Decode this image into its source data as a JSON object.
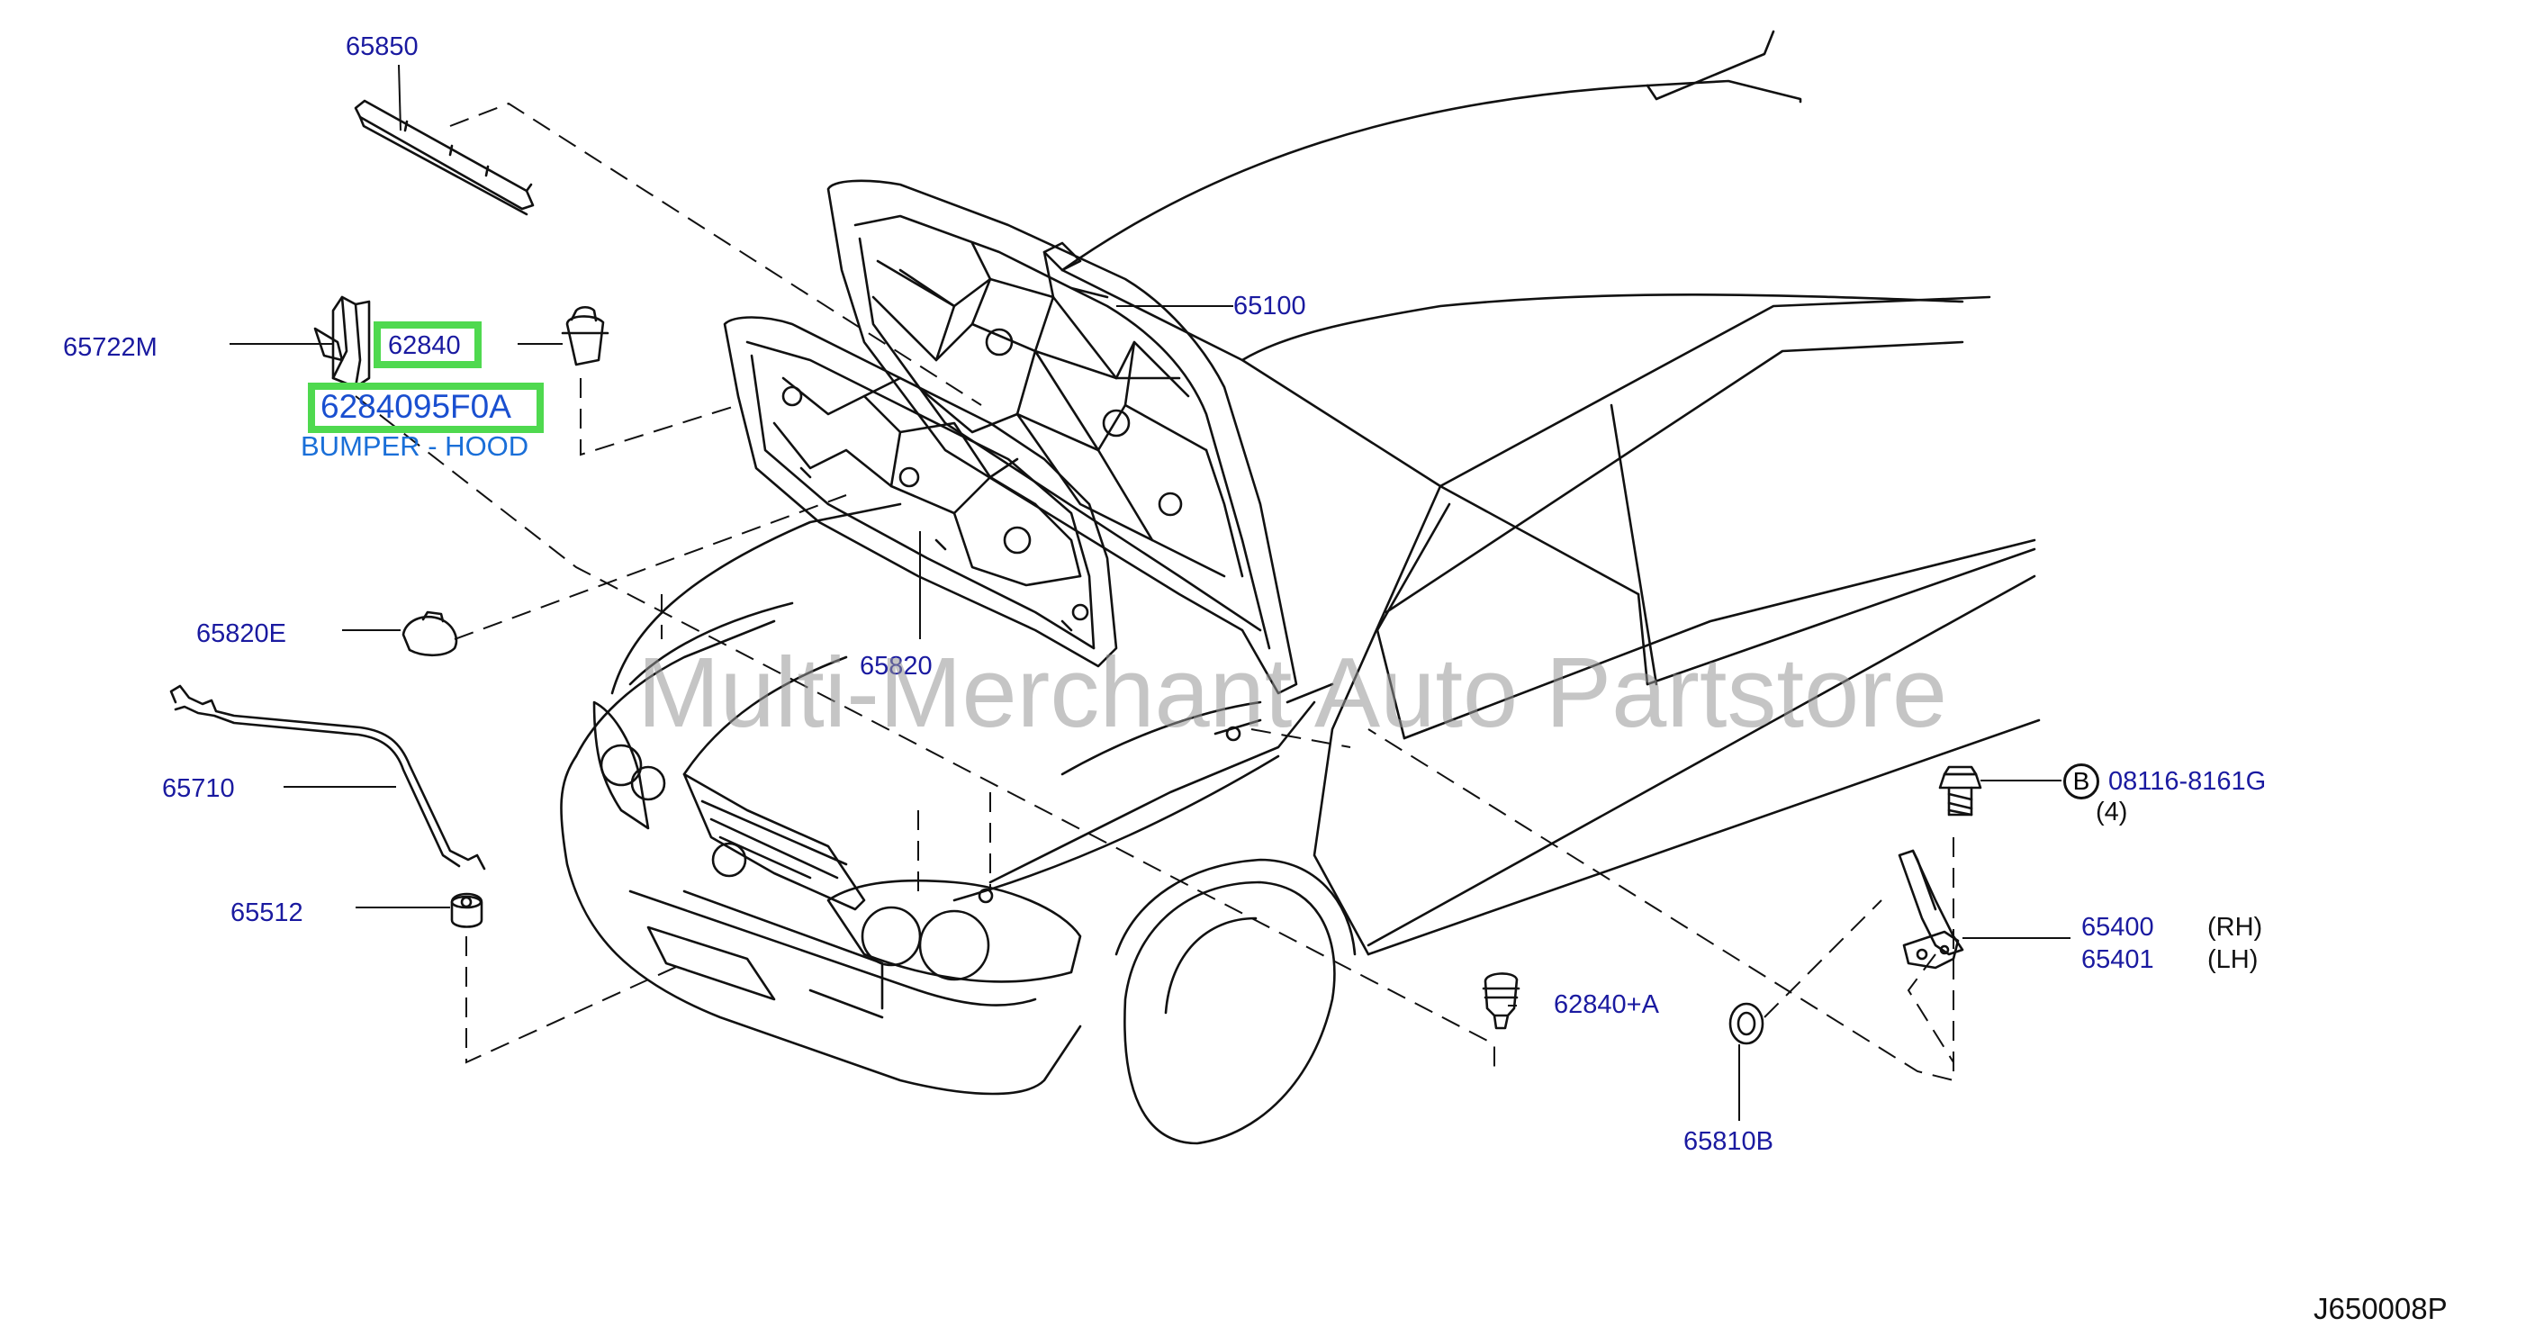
{
  "colors": {
    "label": "#1a1aa0",
    "highlight_label": "#1a4fd0",
    "highlight_border": "#4fd94f",
    "line": "#111111",
    "watermark": "rgba(150,150,150,0.55)"
  },
  "labels": {
    "p65850": "65850",
    "p65722m": "65722M",
    "p62840": "62840",
    "p6284095f0a": "6284095F0A",
    "bumper_hood": "BUMPER - HOOD",
    "p65100": "65100",
    "p65820e": "65820E",
    "p65820": "65820",
    "p65710": "65710",
    "p65512": "65512",
    "bolt_callout": "B",
    "p08116": "08116-8161G",
    "qty4": "(4)",
    "p65400": "65400",
    "rh": "(RH)",
    "p65401": "65401",
    "lh": "(LH)",
    "p62840a": "62840+A",
    "p65810b": "65810B",
    "diagram_code": "J650008P"
  },
  "watermark": "Multi-Merchant Auto Partstore"
}
